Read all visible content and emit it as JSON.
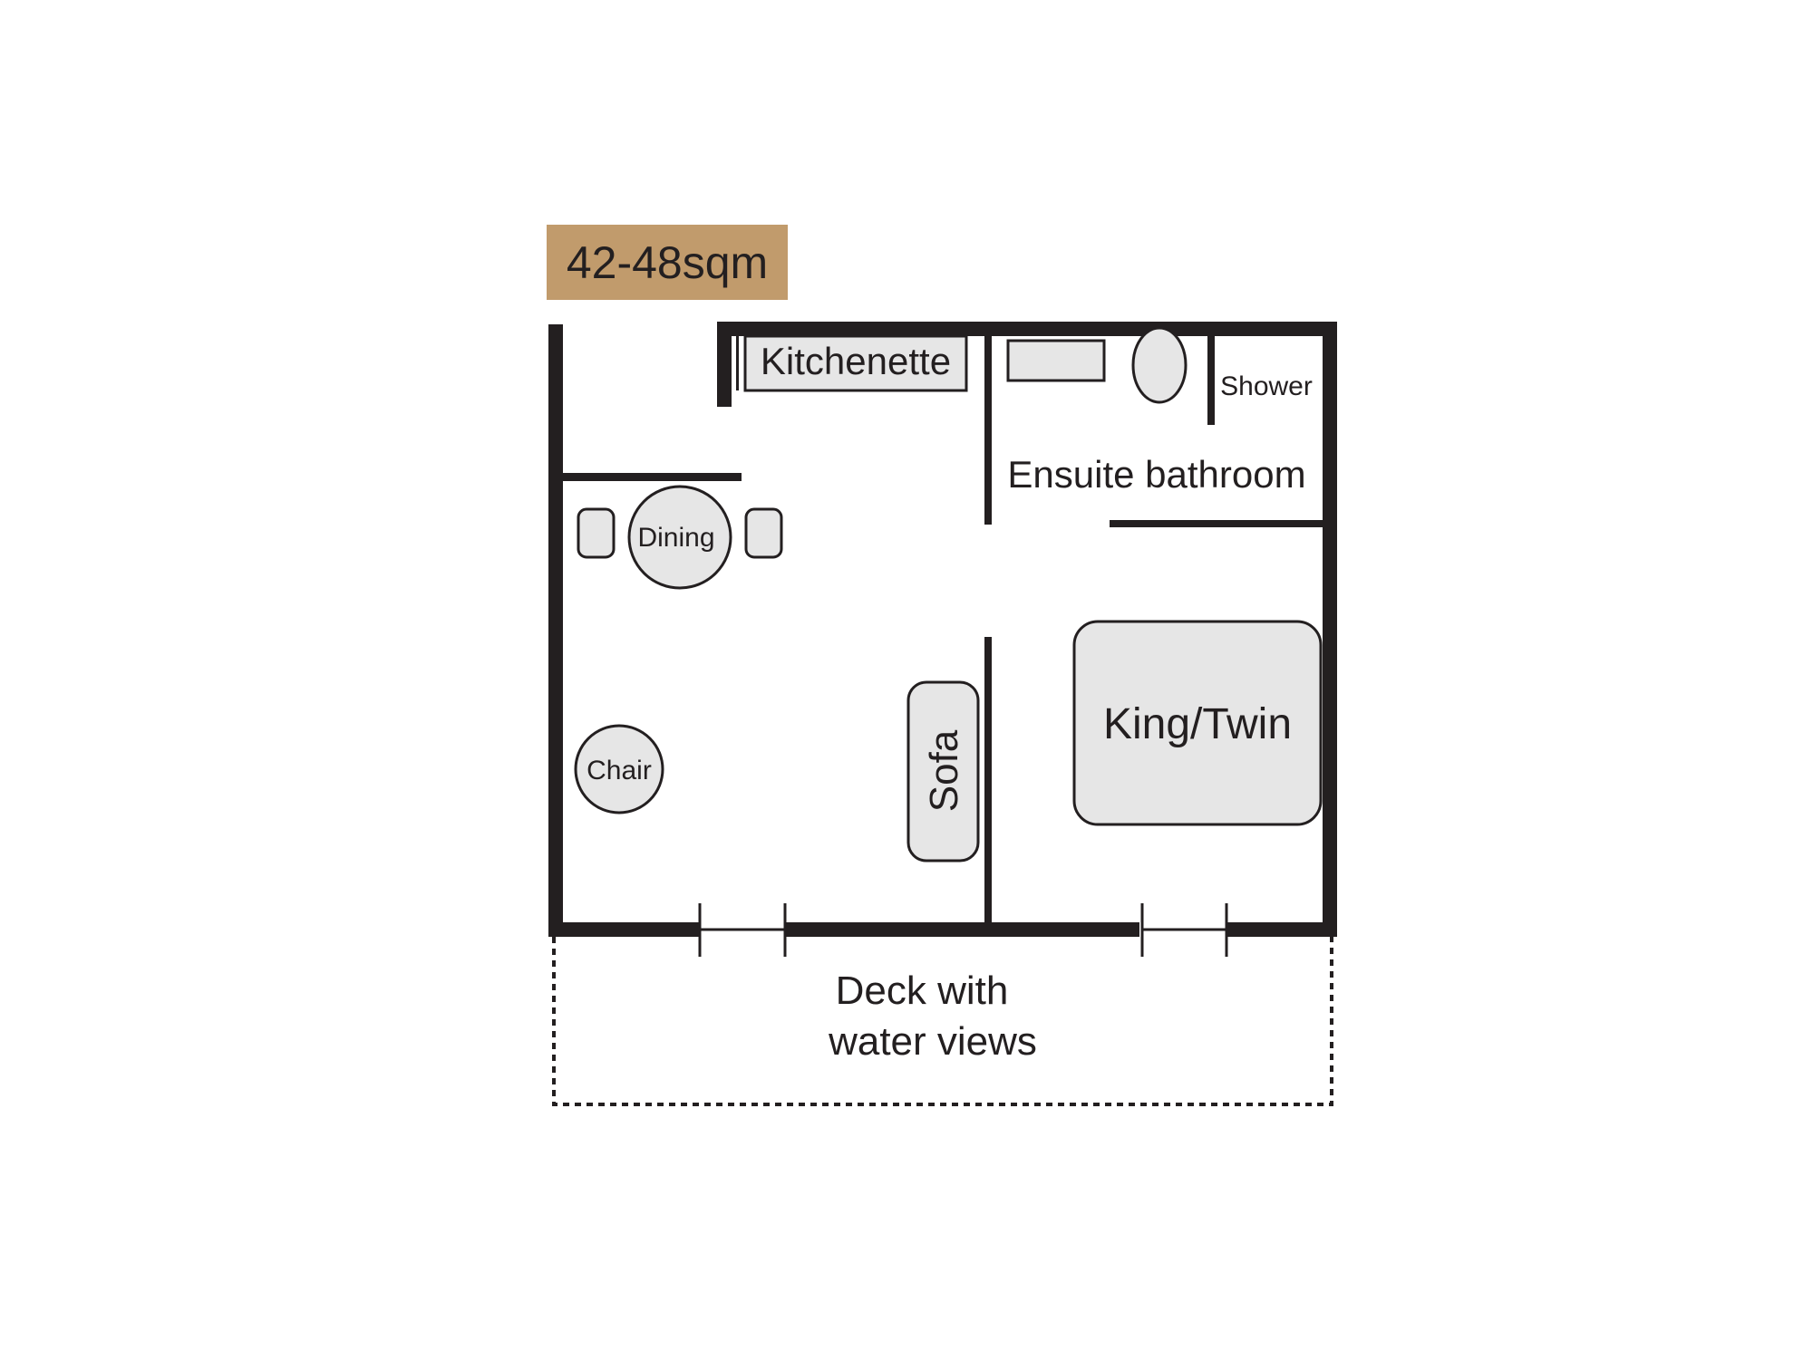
{
  "floorplan": {
    "size_label": "42-48sqm",
    "rooms": {
      "kitchenette": "Kitchenette",
      "ensuite_bathroom": "Ensuite bathroom",
      "shower": "Shower",
      "dining": "Dining",
      "chair": "Chair",
      "sofa": "Sofa",
      "bed": "King/Twin",
      "deck_line1": "Deck with",
      "deck_line2": "water views"
    }
  },
  "colors": {
    "badge": "#c19b6c",
    "wall": "#231f20",
    "furniture_fill": "#e6e6e6",
    "background": "#ffffff"
  }
}
